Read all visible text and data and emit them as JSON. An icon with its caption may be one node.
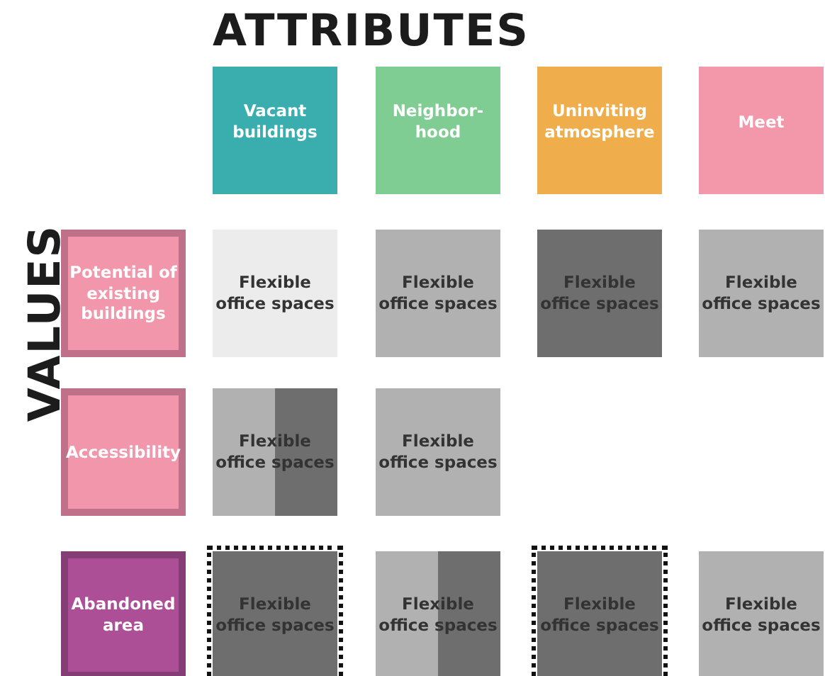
{
  "diagram": {
    "title": "ATTRIBUTES",
    "nodes": [
      {
        "text": [
          "Vacant buildings"
        ]
      },
      {
        "text": [
          "Neighbor-hood"
        ]
      },
      {
        "text": [
          "Uninviting atmosphere"
        ]
      },
      {
        "text": [
          "Meet"
        ]
      },
      {
        "text": [
          "Potential of existing buildings"
        ]
      },
      {
        "text": [
          "Flexible office spaces"
        ]
      },
      {
        "text": [
          "Flexible office spaces"
        ]
      },
      {
        "text": [
          "Flexible office spaces"
        ]
      },
      {
        "text": [
          "Flexible office spaces"
        ]
      },
      {
        "text": [
          "Accessibility"
        ]
      },
      {
        "text": [
          "Flexible office spaces"
        ]
      },
      {
        "text": [
          "Flexible office spaces"
        ]
      },
      {
        "text": [
          "Abandoned area"
        ]
      },
      {
        "text": [
          "Flexible office spaces"
        ]
      },
      {
        "text": [
          "Flexible office spaces"
        ]
      },
      {
        "text": [
          "Flexible office spaces"
        ]
      },
      {
        "text": [
          "Flexible office spaces"
        ]
      }
    ],
    "labels": [
      "VALUES"
    ]
  }
}
